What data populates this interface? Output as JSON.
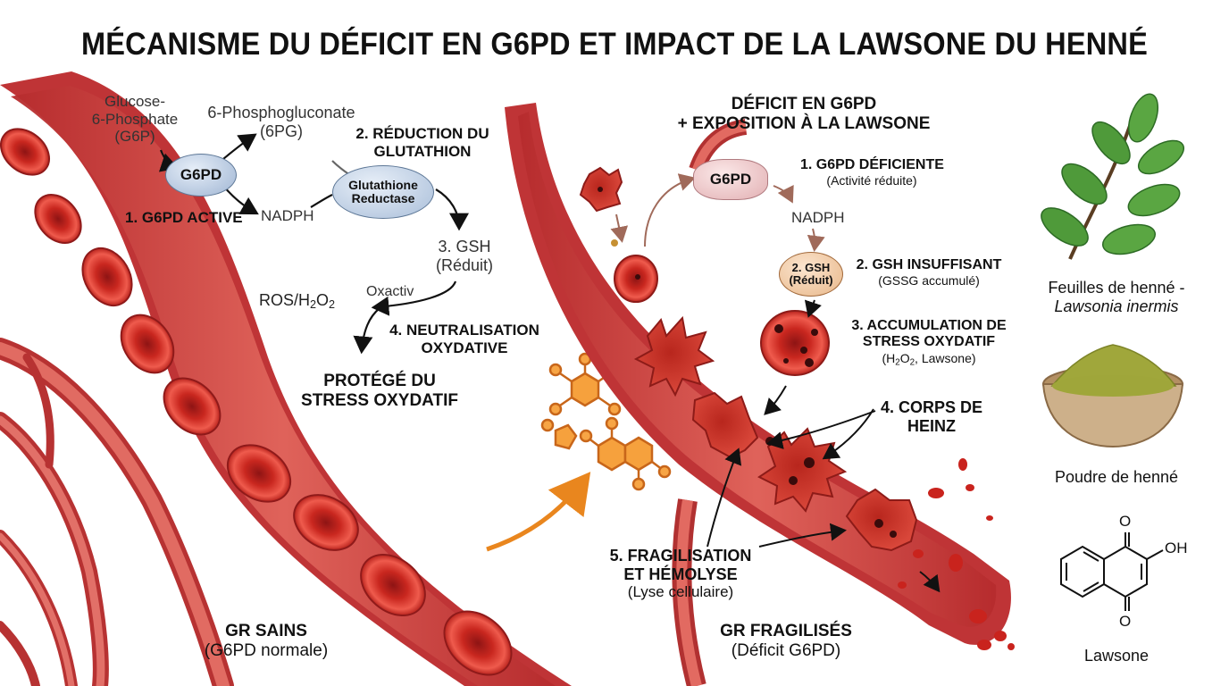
{
  "title": "MÉCANISME DU DÉFICIT EN G6PD ET IMPACT DE LA LAWSONE DU HENNÉ",
  "left": {
    "g6p": [
      "Glucose-",
      "6-Phosphate",
      "(G6P)"
    ],
    "pg": [
      "6-Phosphogluconate",
      "(6PG)"
    ],
    "g6pd_node": "G6PD",
    "step1": "1. G6PD ACTIVE",
    "nadph": "NADPH",
    "step2": [
      "2. RÉDUCTION DU",
      "GLUTATHION"
    ],
    "gr_node": [
      "Glutathione",
      "Reductase"
    ],
    "step3": [
      "3. GSH",
      "(Réduit)"
    ],
    "oxactiv": "Oxactiv",
    "ros_prefix": "ROS/H",
    "ros_sub1": "2",
    "ros_o": "O",
    "ros_sub2": "2",
    "step4": [
      "4. NEUTRALISATION",
      "OXYDATIVE"
    ],
    "protected": [
      "PROTÉGÉ DU",
      "STRESS OXYDATIF"
    ],
    "caption": [
      "GR SAINS",
      "(G6PD normale)"
    ]
  },
  "right": {
    "header": [
      "DÉFICIT EN G6PD",
      "+ EXPOSITION À LA LAWSONE"
    ],
    "g6pd_node": "G6PD",
    "step1": [
      "1. G6PD DÉFICIENTE",
      "(Activité réduite)"
    ],
    "nadph": "NADPH",
    "gsh_node": [
      "2. GSH",
      "(Réduit)"
    ],
    "step2": [
      "2. GSH INSUFFISANT",
      "(GSSG accumulé)"
    ],
    "step3": [
      "3. ACCUMULATION DE",
      "STRESS OXYDATIF"
    ],
    "step3_detail_prefix": "(H",
    "step3_sub1": "2",
    "step3_o": "O",
    "step3_sub2": "2",
    "step3_suffix": ", Lawsone)",
    "step4": [
      "4. CORPS DE",
      "HEINZ"
    ],
    "step5": [
      "5. FRAGILISATION",
      "ET HÉMOLYSE",
      "(Lyse cellulaire)"
    ],
    "caption": [
      "GR FRAGILISÉS",
      "(Déficit G6PD)"
    ]
  },
  "henna": {
    "leaves_label": [
      "Feuilles de henné -",
      "Lawsonia inermis"
    ],
    "powder_label": "Poudre de henné",
    "molecule_label": "Lawsone",
    "oh": "OH",
    "o_top": "O",
    "o_bottom": "O"
  },
  "colors": {
    "vessel": "#c9393b",
    "vessel_light": "#e46a62",
    "rbc": "#d8332f",
    "rbc_dark": "#a81e1e",
    "lawsone_molecule": "#f08a24",
    "leaf": "#4f9a3a",
    "powder": "#9fa63a",
    "bowl": "#c9ac86"
  }
}
